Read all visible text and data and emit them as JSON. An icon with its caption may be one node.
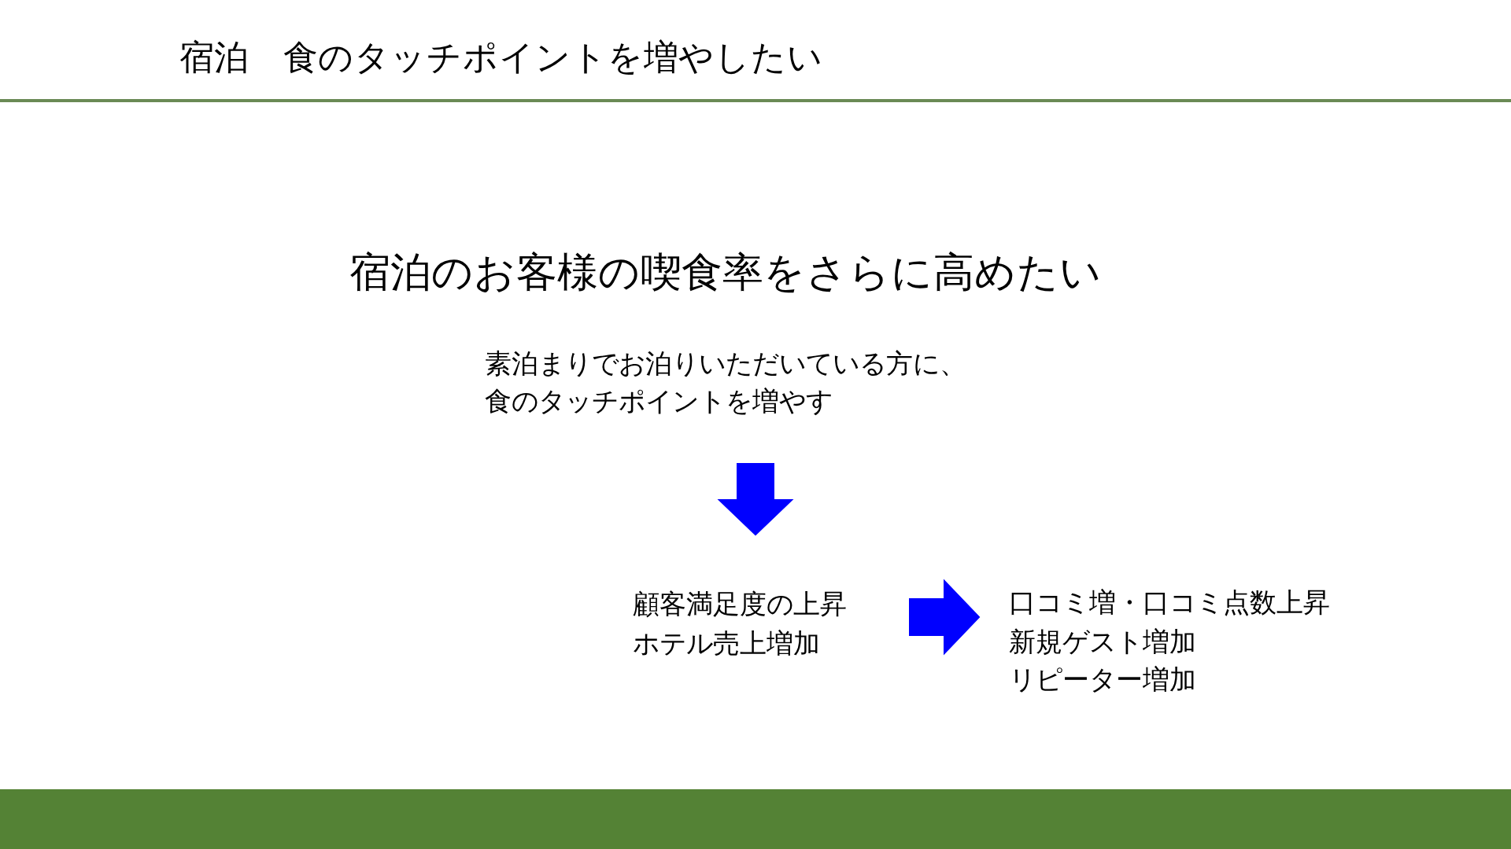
{
  "diagram": {
    "title": "宿泊　食のタッチポイントを増やしたい",
    "nodes": [
      {
        "text": [
          "素泊まりでお泊りいただいている方に、食のタッチポイントを増やす"
        ]
      },
      {
        "text": [
          "顧客満足度の上昇",
          "ホテル売上増加"
        ]
      },
      {
        "text": [
          "口コミ増・口コミ点数上昇",
          "新規ゲスト増加",
          "リピーター増加"
        ]
      }
    ],
    "edges": [
      {
        "from": 0,
        "to": 1,
        "arrow": "to"
      },
      {
        "from": 1,
        "to": 2,
        "arrow": "to"
      }
    ],
    "labels": [
      "宿泊のお客様の喫食率をさらに高めたい"
    ]
  }
}
